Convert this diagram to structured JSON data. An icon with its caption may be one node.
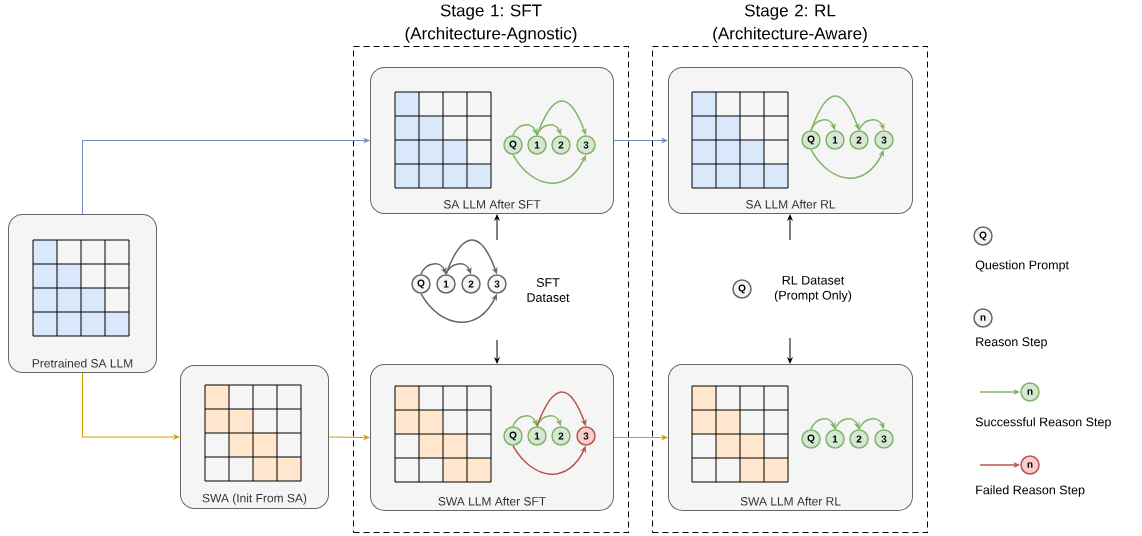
{
  "diagram": {
    "nodes": [
      {
        "text": [
          "Pretrained SA LLM"
        ]
      },
      {
        "text": [
          "SWA (Init From SA)"
        ]
      },
      {
        "text": [
          "Stage 1: SFT (Architecture-Agnostic)"
        ]
      },
      {
        "text": [
          "SA LLM After SFT"
        ],
        "in": 2
      },
      {
        "text": [
          "Q"
        ],
        "in": 3
      },
      {
        "text": [
          "1"
        ],
        "in": 3
      },
      {
        "text": [
          "2"
        ],
        "in": 3
      },
      {
        "text": [
          "3"
        ],
        "in": 3
      },
      {
        "text": [
          "SFT Dataset"
        ],
        "in": 2
      },
      {
        "text": [
          "Q"
        ],
        "in": 2
      },
      {
        "text": [
          "1"
        ],
        "in": 2
      },
      {
        "text": [
          "2"
        ],
        "in": 2
      },
      {
        "text": [
          "3"
        ],
        "in": 2
      },
      {
        "text": [
          "SWA LLM After SFT"
        ],
        "in": 2
      },
      {
        "text": [
          "Q"
        ],
        "in": 13
      },
      {
        "text": [
          "1"
        ],
        "in": 13
      },
      {
        "text": [
          "2"
        ],
        "in": 13
      },
      {
        "text": [
          "3"
        ],
        "in": 13
      },
      {
        "text": [
          "Stage 2: RL (Architecture-Aware)"
        ]
      },
      {
        "text": [
          "SA LLM After RL"
        ],
        "in": 18
      },
      {
        "text": [
          "Q"
        ],
        "in": 19
      },
      {
        "text": [
          "1"
        ],
        "in": 19
      },
      {
        "text": [
          "2"
        ],
        "in": 19
      },
      {
        "text": [
          "3"
        ],
        "in": 19
      },
      {
        "text": [
          "RL Dataset (Prompt Only)"
        ],
        "in": 18
      },
      {
        "text": [
          "Q"
        ],
        "in": 18
      },
      {
        "text": [
          "SWA LLM After RL"
        ],
        "in": 18
      },
      {
        "text": [
          "Q"
        ],
        "in": 26
      },
      {
        "text": [
          "1"
        ],
        "in": 26
      },
      {
        "text": [
          "2"
        ],
        "in": 26
      },
      {
        "text": [
          "3"
        ],
        "in": 26
      },
      {
        "text": [
          "Q"
        ],
        "beside": [
          "Question Prompt"
        ]
      },
      {
        "text": [
          "n"
        ],
        "beside": [
          "Reason Step"
        ]
      },
      {
        "text": [
          "n"
        ],
        "beside": [
          "Successful Reason Step"
        ]
      },
      {
        "text": [
          "n"
        ],
        "beside": [
          "Failed Reason Step"
        ]
      }
    ],
    "edges": [
      {
        "from": 0,
        "to": 3,
        "arrow": "to",
        "color": "#6c8ebf"
      },
      {
        "from": 3,
        "to": 19,
        "arrow": "to",
        "color": "#6c8ebf"
      },
      {
        "from": 0,
        "to": 1,
        "arrow": "to",
        "color": "#d79b00"
      },
      {
        "from": 1,
        "to": 13,
        "arrow": "to",
        "color": "#d79b00"
      },
      {
        "from": 13,
        "to": 26,
        "arrow": "to",
        "color": "#d79b00"
      },
      {
        "from": null,
        "to": 3,
        "arrow": "to",
        "color": "#000000"
      },
      {
        "from": null,
        "to": 13,
        "arrow": "to",
        "color": "#000000"
      },
      {
        "from": null,
        "to": 19,
        "arrow": "to",
        "color": "#000000"
      },
      {
        "from": null,
        "to": 26,
        "arrow": "to",
        "color": "#000000"
      },
      {
        "from": 4,
        "to": 5,
        "arrow": "to"
      },
      {
        "from": 5,
        "to": 6,
        "arrow": "to"
      },
      {
        "from": 5,
        "to": 7,
        "arrow": "to"
      },
      {
        "from": 4,
        "to": 7,
        "arrow": "to"
      },
      {
        "from": 9,
        "to": 10,
        "arrow": "to",
        "color": "#666666"
      },
      {
        "from": 10,
        "to": 11,
        "arrow": "to",
        "color": "#666666"
      },
      {
        "from": 10,
        "to": 12,
        "arrow": "to",
        "color": "#666666"
      },
      {
        "from": 9,
        "to": 12,
        "arrow": "to",
        "color": "#666666"
      },
      {
        "from": 14,
        "to": 15,
        "arrow": "to"
      },
      {
        "from": 15,
        "to": 16,
        "arrow": "to"
      },
      {
        "from": 15,
        "to": 17,
        "arrow": "to",
        "color": "#b85450"
      },
      {
        "from": 14,
        "to": 17,
        "arrow": "to",
        "color": "#b85450"
      },
      {
        "from": 20,
        "to": 21,
        "arrow": "to"
      },
      {
        "from": 20,
        "to": 22,
        "arrow": "to"
      },
      {
        "from": 22,
        "to": 23,
        "arrow": "to"
      },
      {
        "from": 20,
        "to": 23,
        "arrow": "to"
      },
      {
        "from": 27,
        "to": 28,
        "arrow": "to"
      },
      {
        "from": 28,
        "to": 29,
        "arrow": "to"
      },
      {
        "from": 29,
        "to": 30,
        "arrow": "to"
      },
      {
        "from": null,
        "to": 33,
        "arrow": "to"
      },
      {
        "from": null,
        "to": 34,
        "arrow": "to",
        "color": "#b85450"
      }
    ]
  }
}
